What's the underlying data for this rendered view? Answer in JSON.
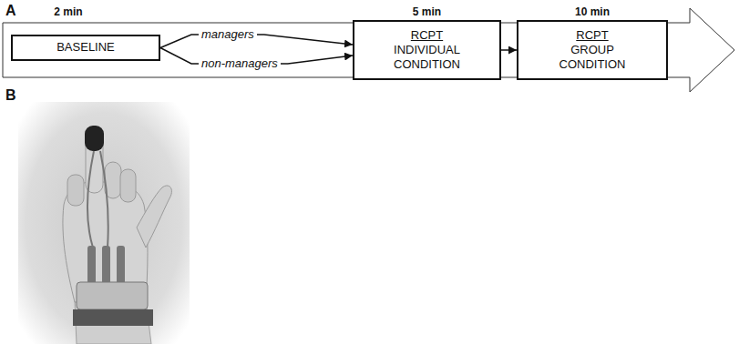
{
  "diagram": {
    "nodes": [
      {
        "text": [
          "2 min",
          "BASELINE"
        ]
      },
      {
        "text": [
          "5 min",
          "RCPT",
          "INDIVIDUAL CONDITION"
        ]
      },
      {
        "text": [
          "10 min",
          "RCPT",
          "GROUP CONDITION"
        ]
      }
    ],
    "edges": [
      {
        "from": 0,
        "to": 1,
        "label": "managers",
        "arrow": "to"
      },
      {
        "from": 0,
        "to": 1,
        "label": "non-managers",
        "arrow": "to"
      },
      {
        "from": 1,
        "to": 2,
        "arrow": "to"
      }
    ],
    "labels": [
      "A",
      "B"
    ]
  }
}
